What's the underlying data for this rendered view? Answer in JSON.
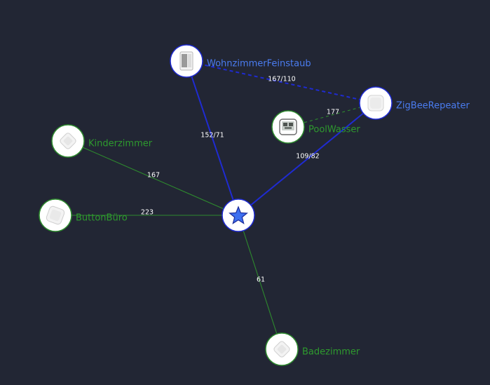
{
  "colors": {
    "background": "#222634",
    "router": "#1f2bd1",
    "router_label": "#4a7cf0",
    "end_device": "#2e8a2e",
    "end_device_label": "#2e9a2e",
    "coordinator_star": "#3d6ff0"
  },
  "nodes": [
    {
      "id": "coordinator",
      "label": "",
      "role": "coordinator",
      "icon": "star-icon"
    },
    {
      "id": "wohnzimmer",
      "label": "WohnzimmerFeinstaub",
      "role": "router",
      "icon": "air-purifier-icon"
    },
    {
      "id": "repeater",
      "label": "ZigBeeRepeater",
      "role": "router",
      "icon": "repeater-plug-icon"
    },
    {
      "id": "poolwasser",
      "label": "PoolWasser",
      "role": "end_device",
      "icon": "thermometer-display-icon"
    },
    {
      "id": "kinderzimmer",
      "label": "Kinderzimmer",
      "role": "end_device",
      "icon": "sensor-cube-icon"
    },
    {
      "id": "buttonburo",
      "label": "ButtonBüro",
      "role": "end_device",
      "icon": "button-icon"
    },
    {
      "id": "badezimmer",
      "label": "Badezimmer",
      "role": "end_device",
      "icon": "sensor-cube-icon"
    }
  ],
  "links": [
    {
      "from": "wohnzimmer",
      "to": "coordinator",
      "label": "152/71",
      "style": "router"
    },
    {
      "from": "repeater",
      "to": "coordinator",
      "label": "109/82",
      "style": "router"
    },
    {
      "from": "wohnzimmer",
      "to": "repeater",
      "label": "167/110",
      "style": "router-dashed"
    },
    {
      "from": "poolwasser",
      "to": "repeater",
      "label": "177",
      "style": "end-dashed"
    },
    {
      "from": "kinderzimmer",
      "to": "coordinator",
      "label": "167",
      "style": "end"
    },
    {
      "from": "buttonburo",
      "to": "coordinator",
      "label": "223",
      "style": "end"
    },
    {
      "from": "badezimmer",
      "to": "coordinator",
      "label": "61",
      "style": "end"
    }
  ]
}
